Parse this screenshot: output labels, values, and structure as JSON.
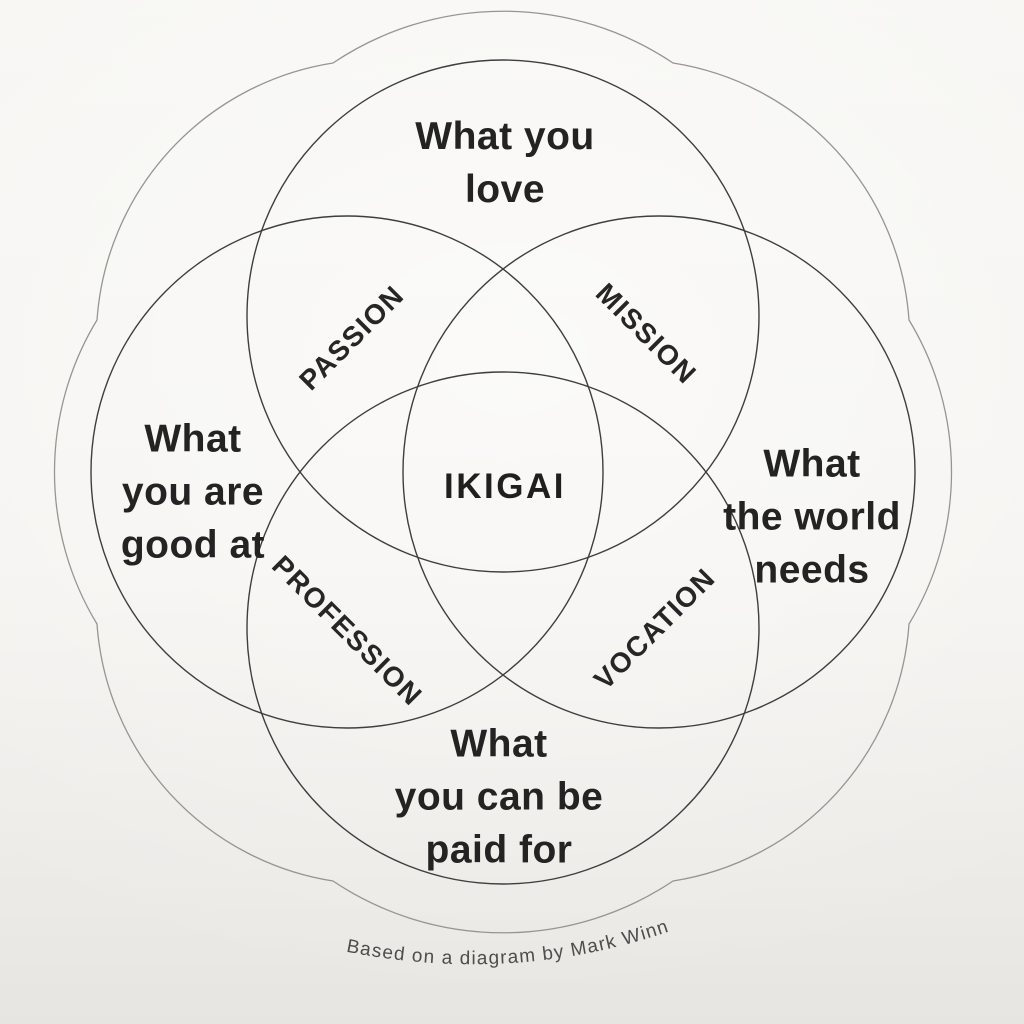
{
  "diagram": {
    "center_label": "IKIGAI",
    "outer_labels": {
      "top": {
        "lines": [
          "What you",
          "love"
        ]
      },
      "left": {
        "lines": [
          "What",
          "you are",
          "good at"
        ]
      },
      "right": {
        "lines": [
          "What",
          "the world",
          "needs"
        ]
      },
      "bottom": {
        "lines": [
          "What",
          "you can be",
          "paid for"
        ]
      }
    },
    "intersection_labels": {
      "top_left": "PASSION",
      "top_right": "MISSION",
      "bottom_left": "PROFESSION",
      "bottom_right": "VOCATION"
    },
    "attribution": "Based on a diagram by Mark Winn",
    "colors": {
      "background": "#f5f3f0",
      "circle_stroke": "#3e3e3e",
      "outline_stroke": "#979592",
      "label_text": "#232323",
      "attribution_text": "#4e4d4b"
    }
  }
}
